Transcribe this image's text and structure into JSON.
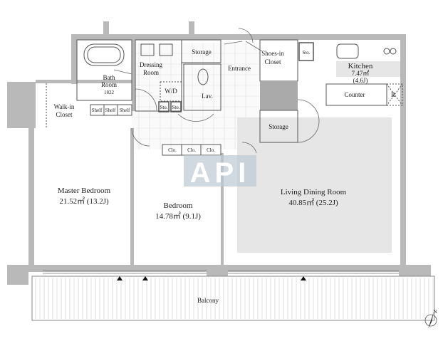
{
  "rooms": {
    "bath": {
      "name_1": "Bath",
      "name_2": "Room",
      "size": "1822"
    },
    "dressing": {
      "name_1": "Dressing",
      "name_2": "Room"
    },
    "wd": "W/D",
    "storage_top": "Storage",
    "lav": "Lav.",
    "entrance": "Entrance",
    "shoes": {
      "name_1": "Shoes-in",
      "name_2": "Closet"
    },
    "sto_kitchen": "Sto.",
    "sto_left": "Sto.",
    "sto_right": "Sto.",
    "kitchen": {
      "name": "Kitchen",
      "area": "7.47㎡",
      "jo": "(4.6J)"
    },
    "counter": "Counter",
    "fridge": "R",
    "walkin": {
      "name_1": "Walk-in",
      "name_2": "Closet"
    },
    "shelves": [
      "Shelf",
      "Shelf",
      "Shelf"
    ],
    "storage_mid": "Storage",
    "closets": [
      "Clo.",
      "Clo.",
      "Clo."
    ],
    "master": {
      "name": "Master Bedroom",
      "area": "21.52㎡ (13.2J)"
    },
    "bedroom": {
      "name": "Bedroom",
      "area": "14.78㎡ (9.1J)"
    },
    "ldr": {
      "name": "Living Dining Room",
      "area": "40.85㎡ (25.2J)"
    },
    "balcony": "Balcony"
  },
  "compass": "N",
  "watermark": "API"
}
